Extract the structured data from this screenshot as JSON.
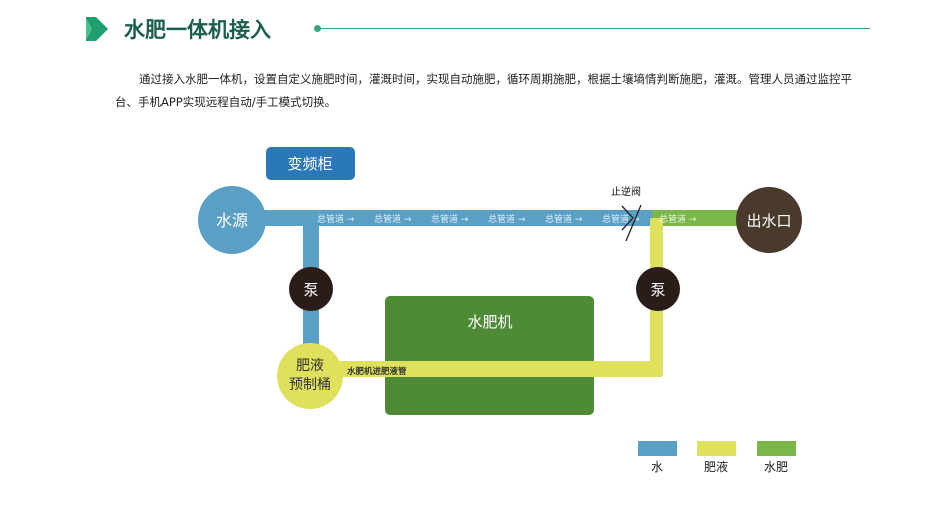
{
  "header": {
    "title": "水肥一体机接入"
  },
  "description": "通过接入水肥一体机，设置自定义施肥时间，灌溉时间，实现自动施肥，循环周期施肥，根据土壤墒情判断施肥，灌溉。管理人员通过监控平台、手机APP实现远程自动/手工模式切换。",
  "diagram": {
    "vfd_label": "变频柜",
    "water_source": "水源",
    "outlet": "出水口",
    "pump_left": "泵",
    "pump_right": "泵",
    "machine": "水肥机",
    "tank_line1": "肥液",
    "tank_line2": "预制桶",
    "check_valve": "止逆阀",
    "main_pipe_label": "总管道 →",
    "inlet_pipe_label": "水肥机进肥液管",
    "colors": {
      "water": "#5a9fc4",
      "liquid": "#dfe05c",
      "mix": "#7ab648",
      "machine": "#4f8a37",
      "vfd": "#2b78b8",
      "source": "#5a9fc4",
      "outlet": "#4a3a2c",
      "pump": "#2a1c18"
    }
  },
  "legend": [
    {
      "label": "水",
      "color": "#5a9fc4"
    },
    {
      "label": "肥液",
      "color": "#dfe05c"
    },
    {
      "label": "水肥",
      "color": "#7ab648"
    }
  ]
}
